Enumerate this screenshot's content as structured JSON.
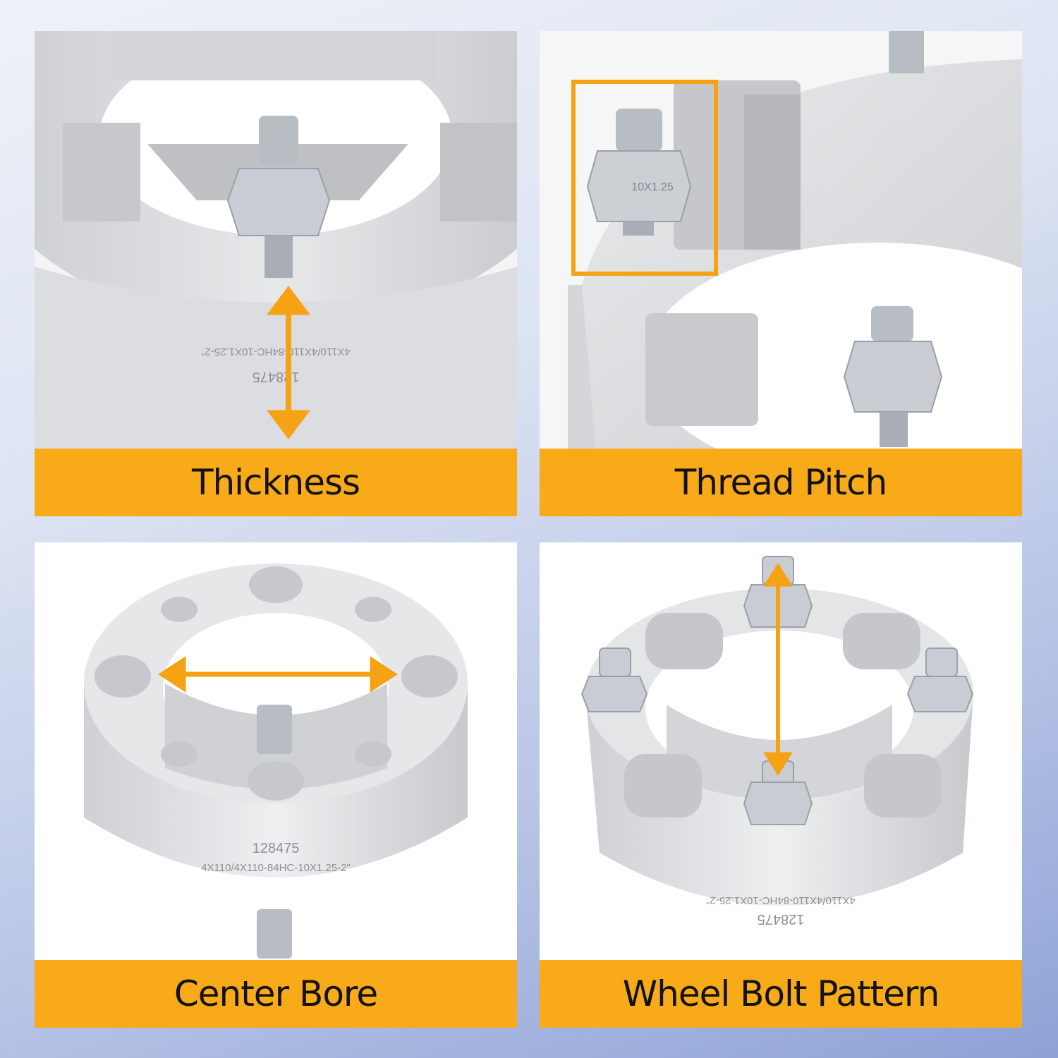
{
  "panels": [
    {
      "label": "Thickness",
      "engraving": [
        "4X110/4X110-84HC-10X1.25-2\"",
        "128475"
      ]
    },
    {
      "label": "Thread Pitch",
      "nut_marking": "10X1.25"
    },
    {
      "label": "Center Bore",
      "engraving": [
        "128475",
        "4X110/4X110-84HC-10X1.25-2\""
      ]
    },
    {
      "label": "Wheel Bolt Pattern",
      "engraving": [
        "4X110/4X110-84HC-10X1.25-2\"",
        "128475"
      ]
    }
  ],
  "colors": {
    "accent": "#f8aa18",
    "arrow": "#f5a214",
    "label_text": "#121212",
    "aluminum": "#d9dadd"
  }
}
